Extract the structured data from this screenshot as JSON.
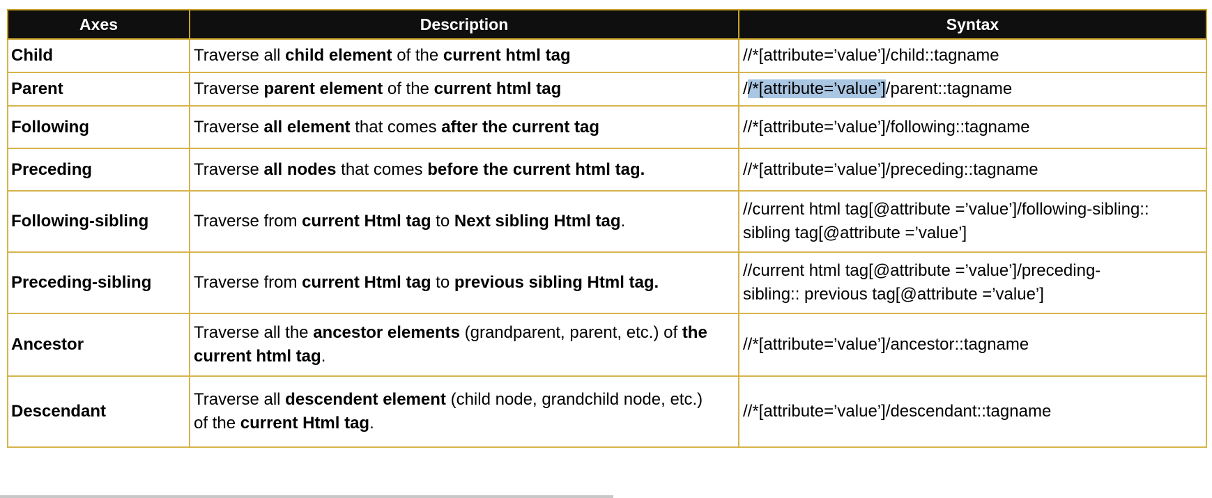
{
  "headers": [
    "Axes",
    "Description",
    "Syntax"
  ],
  "rows": [
    {
      "axis": "Child",
      "desc": [
        [
          "Traverse all ",
          false
        ],
        [
          "child element",
          true
        ],
        [
          " of the ",
          false
        ],
        [
          "current html tag",
          true
        ]
      ],
      "syntax": [
        "//*[attribute=’value’]/child::tagname"
      ]
    },
    {
      "axis": "Parent",
      "desc": [
        [
          "Traverse ",
          false
        ],
        [
          "parent element",
          true
        ],
        [
          " of the ",
          false
        ],
        [
          "current html tag",
          true
        ]
      ],
      "syntax": [
        "/",
        "/*[attribute=’value’]",
        "/parent::tagname"
      ]
    },
    {
      "axis": "Following",
      "desc": [
        [
          "Traverse ",
          false
        ],
        [
          "all element",
          true
        ],
        [
          " that comes ",
          false
        ],
        [
          "after the current tag",
          true
        ]
      ],
      "syntax": [
        "//*[attribute=’value’]/following::tagname"
      ]
    },
    {
      "axis": "Preceding",
      "desc": [
        [
          "Traverse ",
          false
        ],
        [
          "all nodes",
          true
        ],
        [
          " that comes ",
          false
        ],
        [
          "before the current html tag.",
          true
        ]
      ],
      "syntax": [
        "//*[attribute=’value’]/preceding::tagname"
      ]
    },
    {
      "axis": "Following-sibling",
      "desc": [
        [
          "Traverse from ",
          false
        ],
        [
          "current Html tag",
          true
        ],
        [
          " to ",
          false
        ],
        [
          "Next sibling Html tag",
          true
        ],
        [
          ".",
          false
        ]
      ],
      "syntax": [
        "//current html tag[@attribute =’value’]/following-sibling::",
        "sibling tag[@attribute =’value’]"
      ]
    },
    {
      "axis": "Preceding-sibling",
      "desc": [
        [
          "Traverse from ",
          false
        ],
        [
          "current Html tag",
          true
        ],
        [
          " to ",
          false
        ],
        [
          "previous sibling Html tag.",
          true
        ]
      ],
      "syntax": [
        "//current html tag[@attribute =’value’]/preceding-",
        "sibling:: previous tag[@attribute =’value’]"
      ]
    },
    {
      "axis": "Ancestor",
      "desc": [
        [
          "Traverse all the ",
          false
        ],
        [
          "ancestor elements",
          true
        ],
        [
          " (grandparent, parent, etc.) of ",
          false
        ],
        [
          "the",
          true
        ],
        [
          "|",
          false
        ],
        [
          "current html tag",
          true
        ],
        [
          ".",
          false
        ]
      ],
      "syntax": [
        "//*[attribute=’value’]/ancestor::tagname"
      ]
    },
    {
      "axis": "Descendant",
      "desc": [
        [
          "Traverse all ",
          false
        ],
        [
          "descendent element",
          true
        ],
        [
          " (child node, grandchild node, etc.)",
          false
        ],
        [
          "|",
          false
        ],
        [
          "of the ",
          false
        ],
        [
          "current Html tag",
          true
        ],
        [
          ".",
          false
        ]
      ],
      "syntax": [
        "//*[attribute=’value’]/descendant::tagname"
      ]
    }
  ],
  "theme": {
    "header_bg": "#0f0f0f",
    "border": "#d6b44a",
    "highlight": "#a9c6e2"
  }
}
